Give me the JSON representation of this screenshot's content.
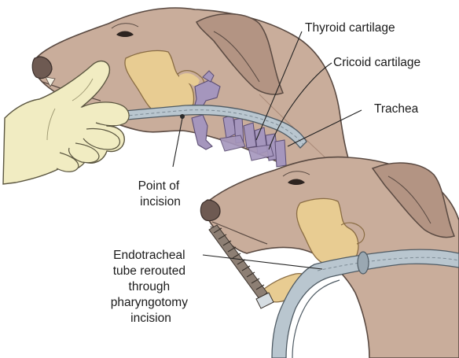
{
  "figure": {
    "labels": {
      "thyroid_cartilage": "Thyroid cartilage",
      "cricoid_cartilage": "Cricoid cartilage",
      "trachea": "Trachea",
      "point_of_incision": [
        "Point of",
        "incision"
      ],
      "endotracheal_tube": [
        "Endotracheal",
        "tube rerouted",
        "through",
        "pharyngotomy",
        "incision"
      ]
    },
    "colors": {
      "skin": "#c9ad9b",
      "skin_shadow": "#b39483",
      "skin_outline": "#5a4a42",
      "bone": "#e8cc92",
      "bone_outline": "#8a6d44",
      "cartilage": "#a596bd",
      "cartilage_outline": "#5b4d73",
      "tube": "#b9c6cf",
      "tube_outline": "#4e5a63",
      "hand": "#f1ecc2",
      "hand_outline": "#5b5640",
      "spring": "#6f6258",
      "label_text": "#1a1a1a"
    }
  }
}
